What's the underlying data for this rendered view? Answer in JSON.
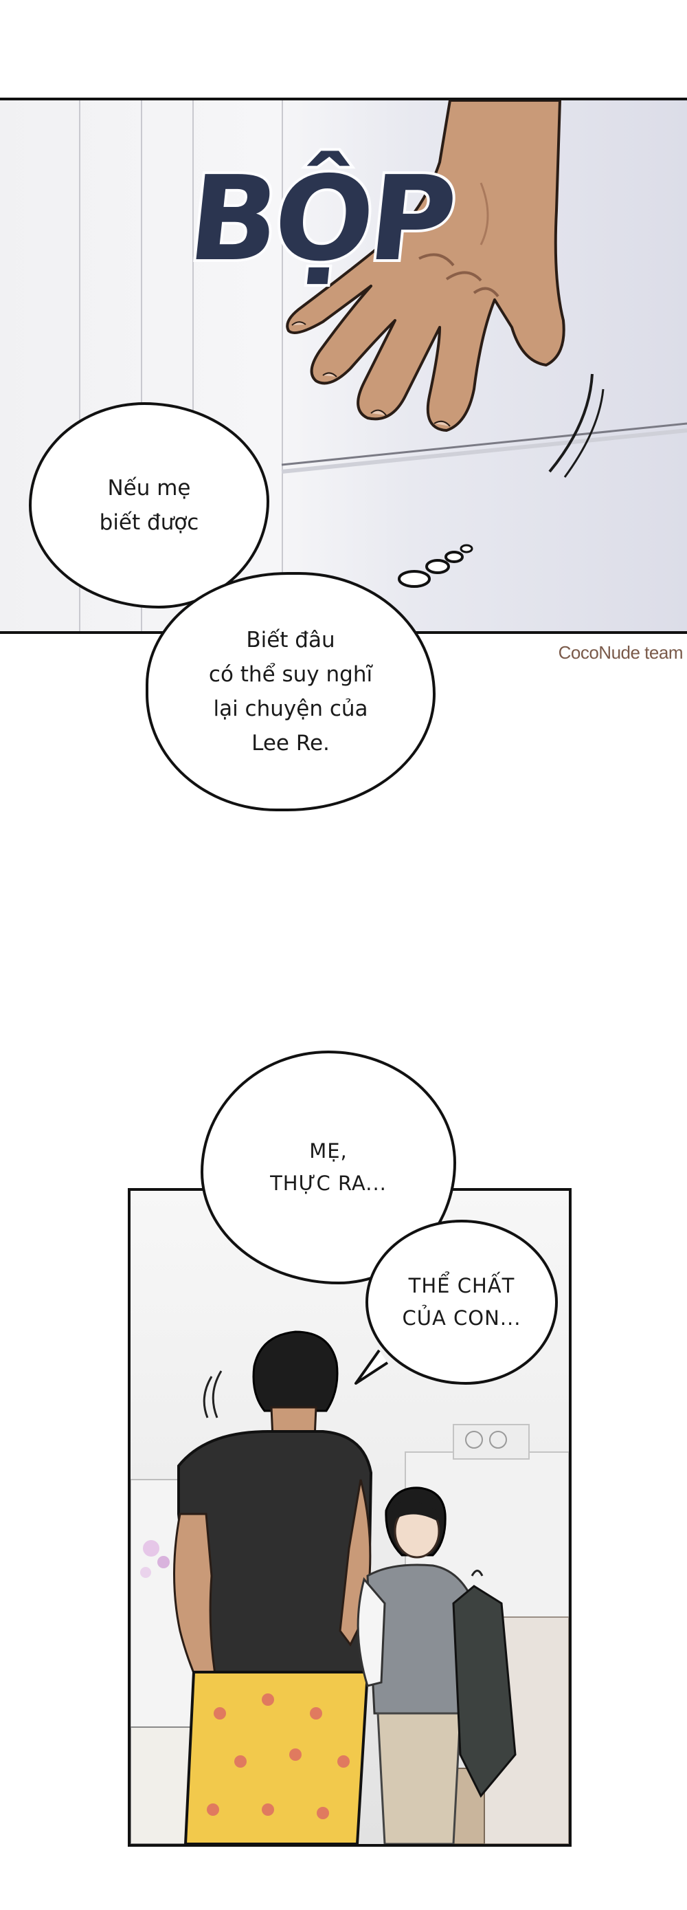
{
  "panel1": {
    "sound_effect": "BỘP"
  },
  "watermark": "CocoNude team",
  "bubbles": {
    "b1": "Nếu mẹ\nbiết được",
    "b2": "Biết đâu\ncó thể suy nghĩ\nlại chuyện của\nLee Re.",
    "b3": "MẸ,\nTHỰC RA...",
    "b4": "THỂ CHẤT\nCỦA CON..."
  },
  "colors": {
    "sfx": "#2b3550",
    "skin": "#c99a78",
    "tshirt": "#2f2f2f",
    "pajama": "#f2c94c",
    "vest": "#8a8f95"
  }
}
